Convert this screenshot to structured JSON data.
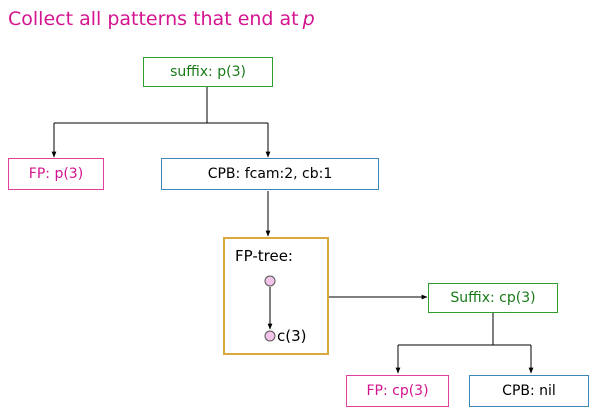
{
  "title": {
    "text": "Collect all patterns that end at",
    "variable": "p"
  },
  "nodes": {
    "suffix_p": "suffix: p(3)",
    "fp_p": "FP: p(3)",
    "cpb_p": "CPB: fcam:2, cb:1",
    "fptree": {
      "label": "FP-tree:",
      "leaf_label": "c(3)"
    },
    "suffix_cp": "Suffix: cp(3)",
    "fp_cp": "FP: cp(3)",
    "cpb_cp": "CPB: nil"
  },
  "colors": {
    "title": "#d4148f",
    "suffix_border": "#2e9e2e",
    "fp_border": "#e0409e",
    "cpb_border": "#3d86b8",
    "fptree_border": "#d9a93b",
    "tree_node_fill": "#f3c4ea"
  }
}
